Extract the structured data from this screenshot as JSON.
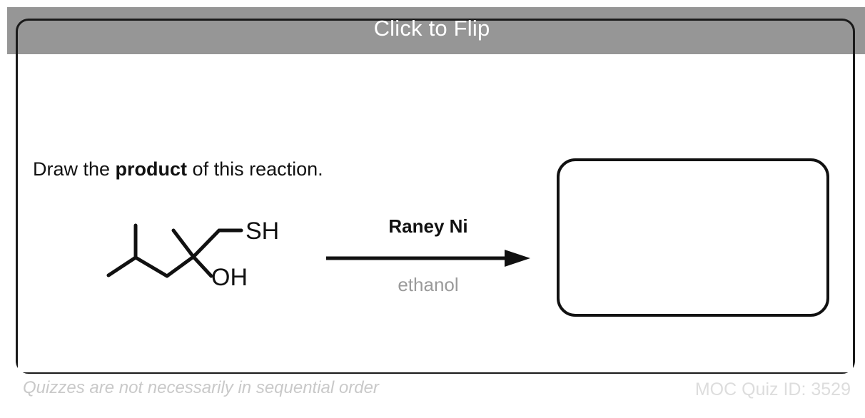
{
  "header": {
    "title": "Click to Flip",
    "background_color": "#969696",
    "text_color": "#ffffff"
  },
  "card": {
    "border_color": "#1a1a1a",
    "background_color": "#ffffff"
  },
  "main": {
    "prompt": {
      "before": "Draw the ",
      "emphasis": "product",
      "after": " of this reaction."
    },
    "reaction": {
      "reagent_above_arrow": "Raney Ni",
      "solvent_below_arrow": "ethanol",
      "solvent_color": "#9a9a9a",
      "arrow_color": "#111111",
      "starting_material": {
        "name": "2-methyl-1-sulfanyl-4-methylpentan-2-ol",
        "labels": [
          "SH",
          "OH"
        ],
        "label_color": "#111111"
      }
    },
    "answer_box": {
      "content": "",
      "border_color": "#111111"
    }
  },
  "footer": {
    "note": "Quizzes are not necessarily in sequential order",
    "note_color": "#c9c9c9",
    "quiz_id_label": "MOC Quiz ID: 3529",
    "quiz_id_color": "#dddddd"
  }
}
